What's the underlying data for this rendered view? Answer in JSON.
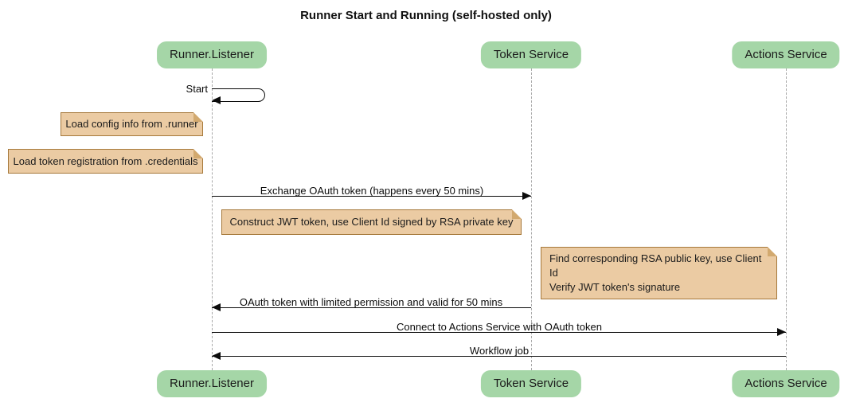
{
  "diagram": {
    "type": "sequence-diagram",
    "title": "Runner Start and Running (self-hosted only)"
  },
  "colors": {
    "background": "#FFFFFF",
    "participant_fill": "#A5D6A7",
    "participant_text": "#1B1B1B",
    "note_fill": "#EBCBA3",
    "note_border": "#A6793B",
    "lifeline": "#A9A9A9",
    "message_line": "#0B0B0B",
    "title_text": "#111111"
  },
  "participants": [
    "Runner.Listener",
    "Token Service",
    "Actions Service"
  ],
  "messages": [
    {
      "label": "Start",
      "from": "Runner.Listener",
      "to": "Runner.Listener",
      "kind": "self-message"
    },
    {
      "label": "Exchange OAuth token (happens every 50 mins)",
      "from": "Runner.Listener",
      "to": "Token Service",
      "kind": "solid-arrow"
    },
    {
      "label": "OAuth token with limited permission and valid for 50 mins",
      "from": "Token Service",
      "to": "Runner.Listener",
      "kind": "solid-arrow"
    },
    {
      "label": "Connect to Actions Service with OAuth token",
      "from": "Runner.Listener",
      "to": "Actions Service",
      "kind": "solid-arrow"
    },
    {
      "label": "Workflow job",
      "from": "Actions Service",
      "to": "Runner.Listener",
      "kind": "solid-arrow"
    }
  ],
  "notes": [
    {
      "lines": [
        "Load config info from .runner"
      ],
      "placement": "left of Runner.Listener"
    },
    {
      "lines": [
        "Load token registration from .credentials"
      ],
      "placement": "left of Runner.Listener"
    },
    {
      "lines": [
        "Construct JWT token, use Client Id signed by RSA private key"
      ],
      "placement": "between Runner.Listener and Token Service"
    },
    {
      "lines": [
        "Find corresponding RSA public key, use Client Id",
        "Verify JWT token's signature"
      ],
      "placement": "between Token Service and Actions Service"
    }
  ]
}
